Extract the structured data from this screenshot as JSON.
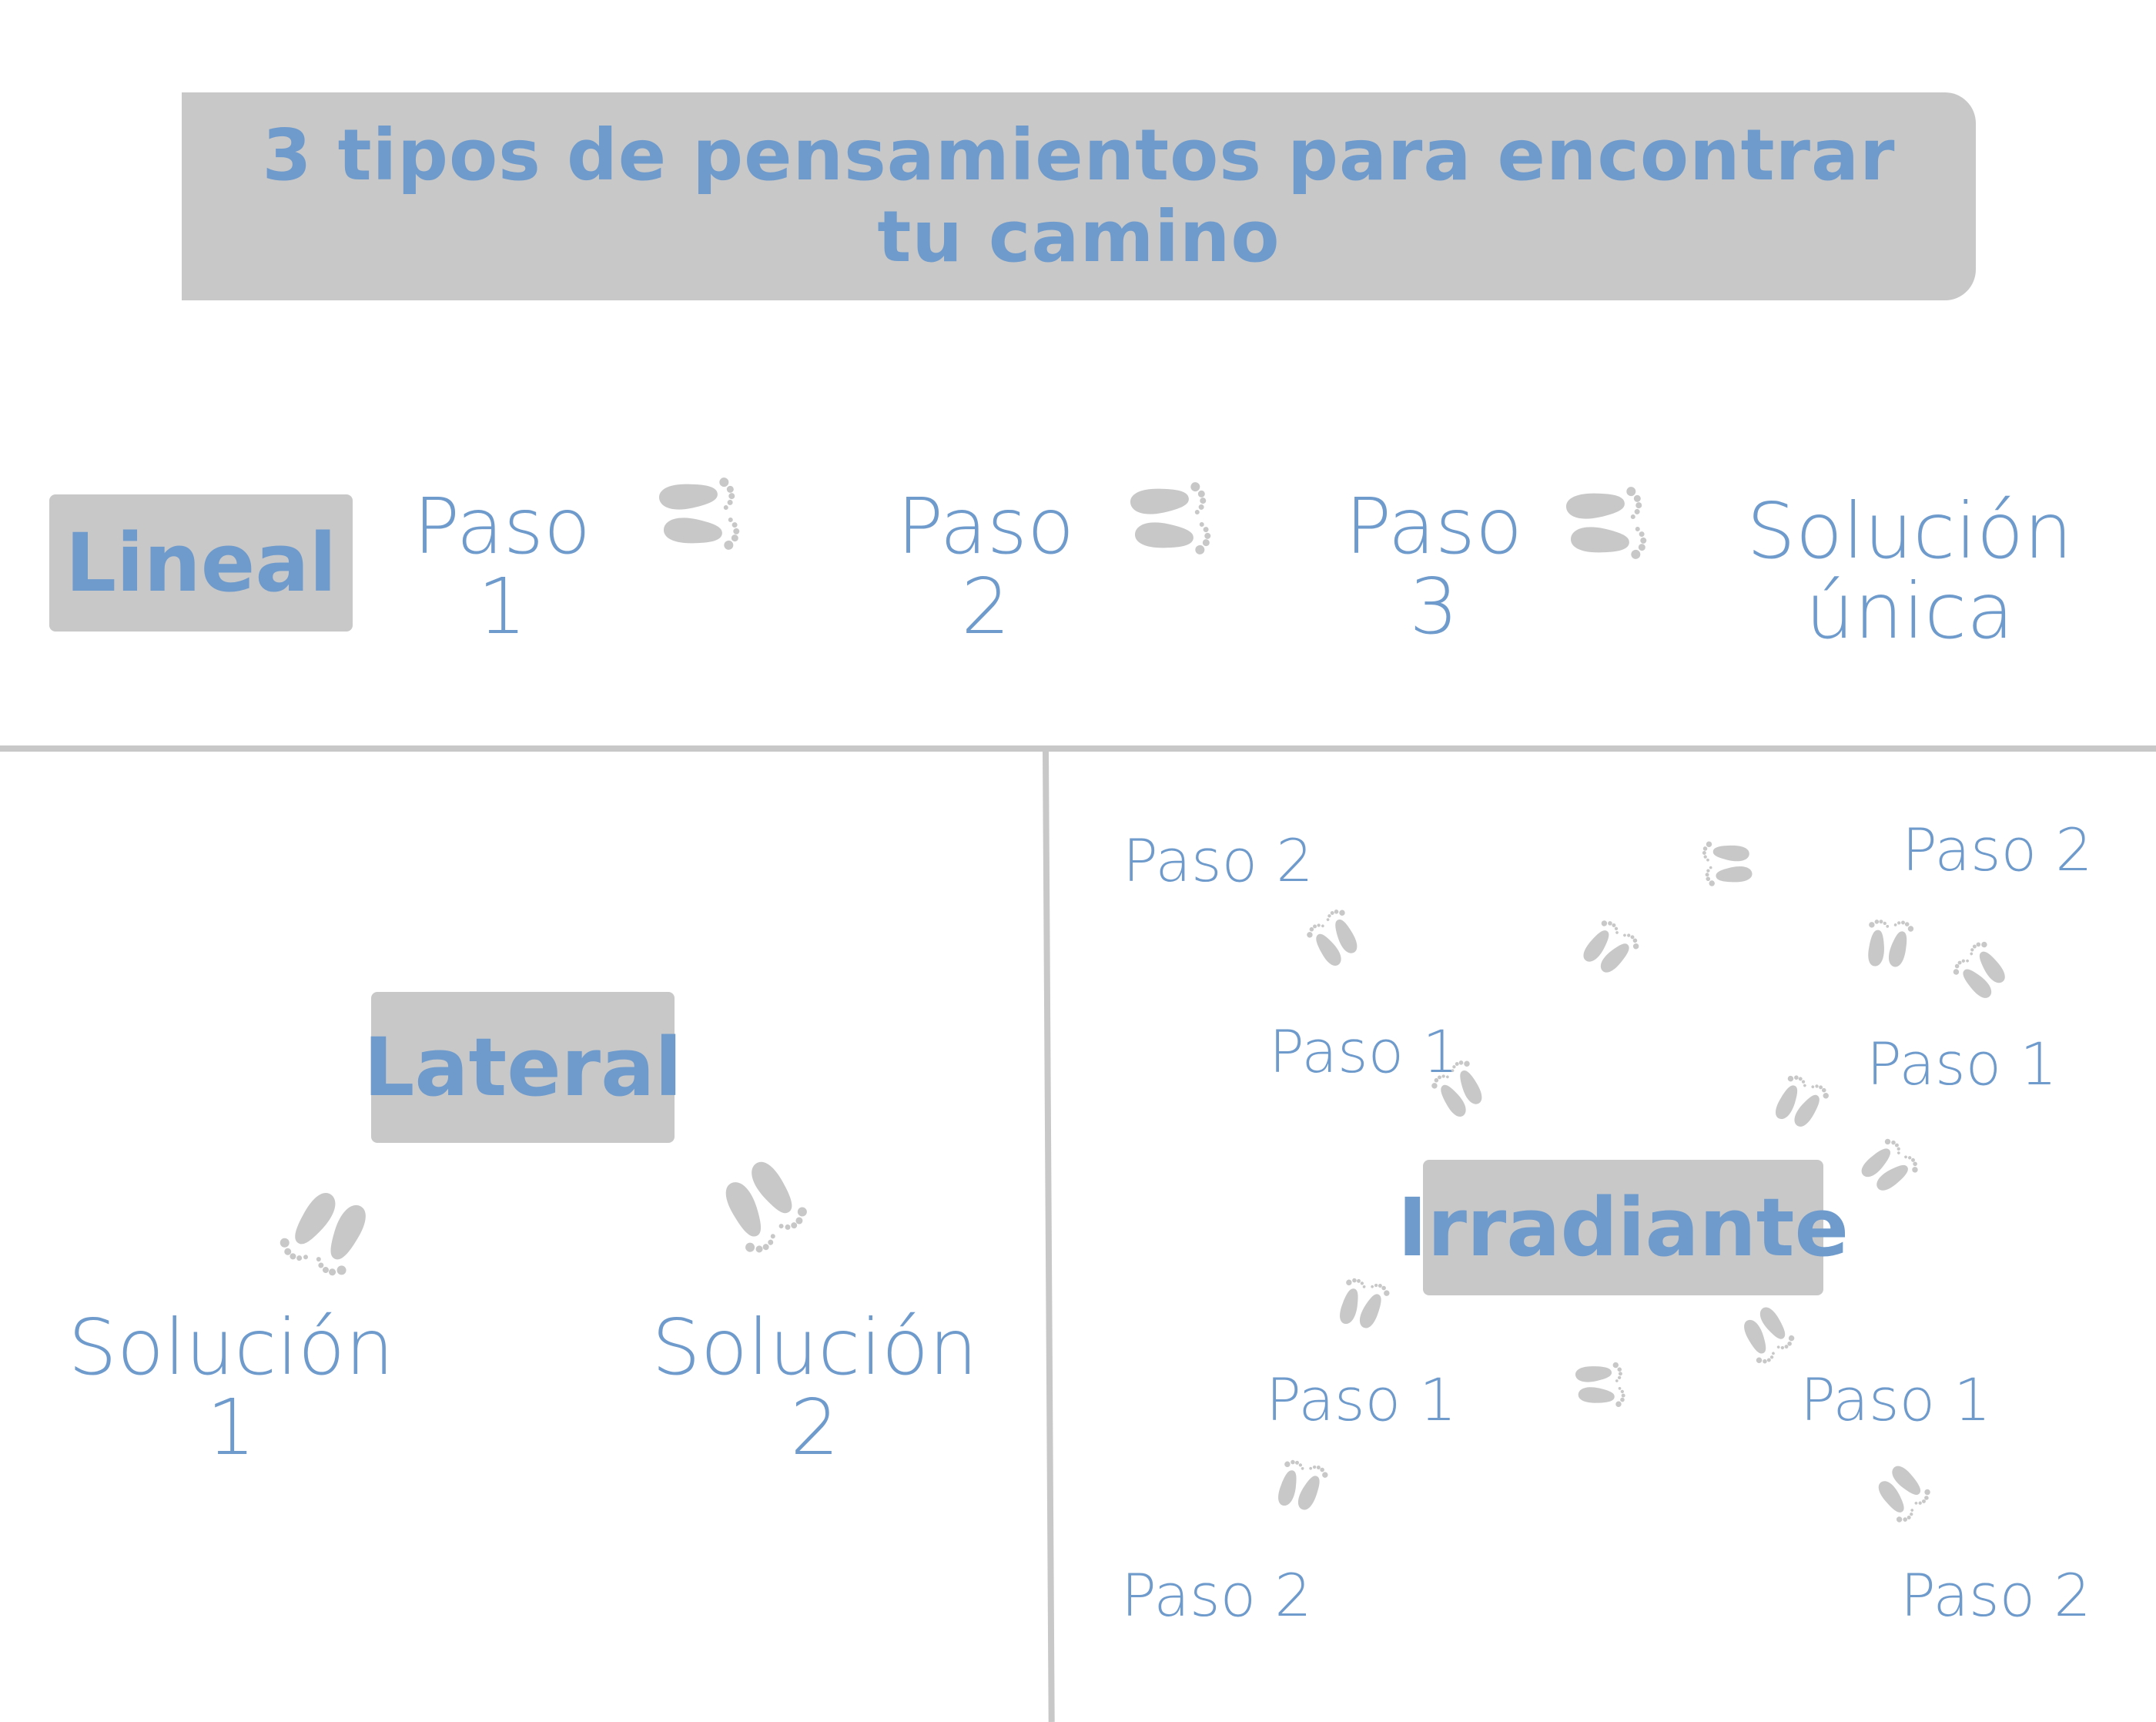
{
  "title": {
    "line1": "3 tipos de pensamientos para encontrar",
    "line2": "tu camino"
  },
  "lineal": {
    "label": "Lineal",
    "steps": [
      {
        "line1": "Paso",
        "line2": "1"
      },
      {
        "line1": "Paso",
        "line2": "2"
      },
      {
        "line1": "Paso",
        "line2": "3"
      }
    ],
    "solution": {
      "line1": "Solución",
      "line2": "única"
    }
  },
  "lateral": {
    "label": "Lateral",
    "solutions": [
      {
        "line1": "Solución",
        "line2": "1"
      },
      {
        "line1": "Solución",
        "line2": "2"
      }
    ]
  },
  "irradiante": {
    "label": "Irradiante",
    "steps": {
      "top_left_2": "Paso 2",
      "top_right_2": "Paso 2",
      "upper_left_1": "Paso 1",
      "upper_right_1": "Paso 1",
      "lower_left_1": "Paso 1",
      "lower_right_1": "Paso 1",
      "bottom_left_2": "Paso 2",
      "bottom_right_2": "Paso 2"
    }
  },
  "colors": {
    "accent": "#6f9bcc",
    "gray": "#c8c8c8"
  },
  "icons": {
    "footprint": "footprints-icon"
  }
}
